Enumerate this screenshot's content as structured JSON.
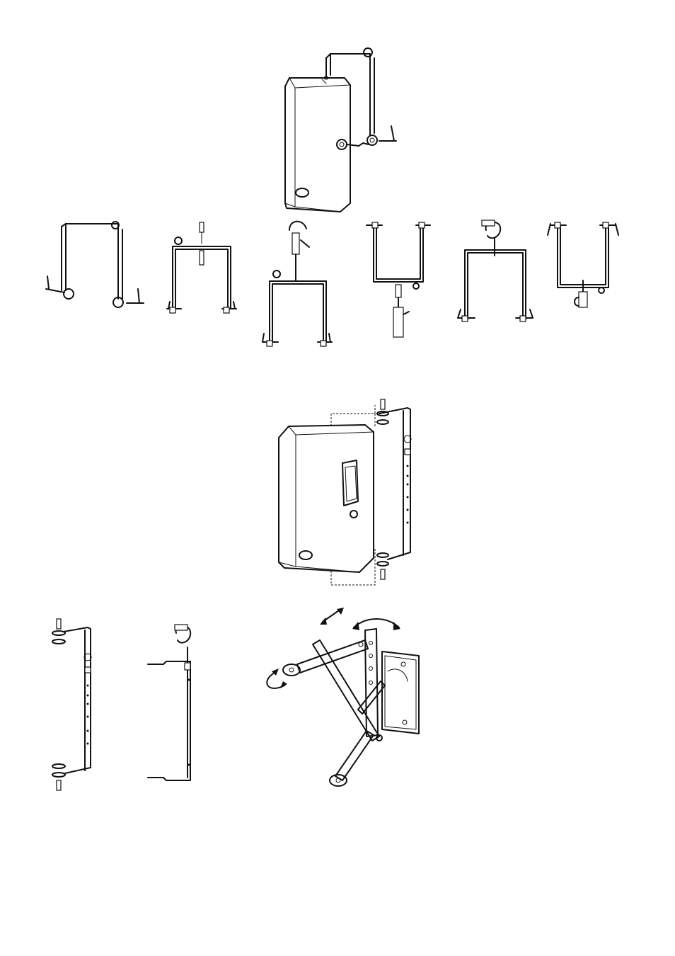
{
  "page": {
    "figures": [
      {
        "id": "fig-speaker-yoke-top",
        "icon": "speaker-with-yoke-bracket"
      },
      {
        "id": "fig-yoke-clamp",
        "icon": "yoke-bracket-with-clamp-handles"
      },
      {
        "id": "fig-ubracket-eyebolt",
        "icon": "u-bracket-eyebolt"
      },
      {
        "id": "fig-ubracket-pipe-clamp",
        "icon": "u-bracket-pipe-clamp"
      },
      {
        "id": "fig-ubracket-inverted-pole",
        "icon": "u-bracket-inverted-pole"
      },
      {
        "id": "fig-ubracket-half-coupler",
        "icon": "u-bracket-half-coupler"
      },
      {
        "id": "fig-ubracket-hook",
        "icon": "u-bracket-hook"
      },
      {
        "id": "fig-speaker-side-bracket",
        "icon": "speaker-with-vertical-bracket"
      },
      {
        "id": "fig-vertical-bracket",
        "icon": "vertical-bracket-bolts"
      },
      {
        "id": "fig-vertical-bracket-clamp",
        "icon": "vertical-bracket-clamp"
      },
      {
        "id": "fig-wall-mount-arm",
        "icon": "wall-mount-articulated-arm"
      }
    ]
  }
}
